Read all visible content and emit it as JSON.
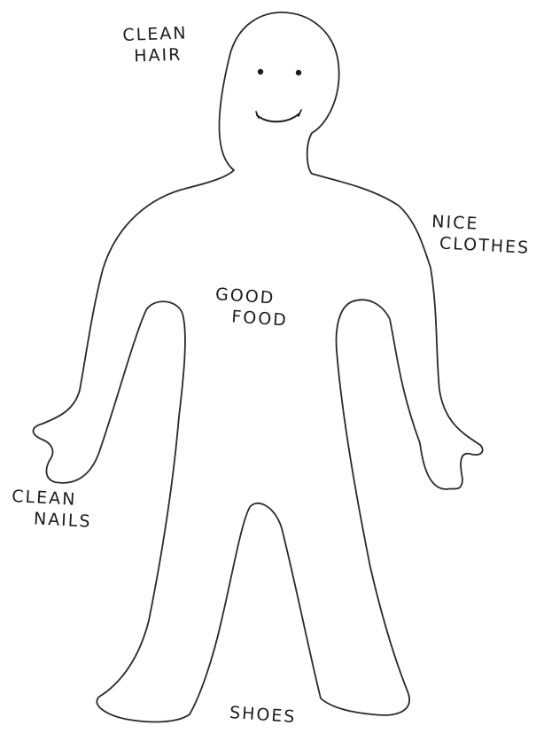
{
  "figure": {
    "outline_color": "#2a2a2a",
    "background": "#ffffff"
  },
  "labels": {
    "clean_hair": [
      "CLEAN",
      "HAIR"
    ],
    "nice_clothes": [
      "NICE",
      "CLOTHES"
    ],
    "good_food": [
      "GOOD",
      "FOOD"
    ],
    "clean_nails": [
      "CLEAN",
      "NAILS"
    ],
    "shoes": [
      "SHOES"
    ]
  }
}
